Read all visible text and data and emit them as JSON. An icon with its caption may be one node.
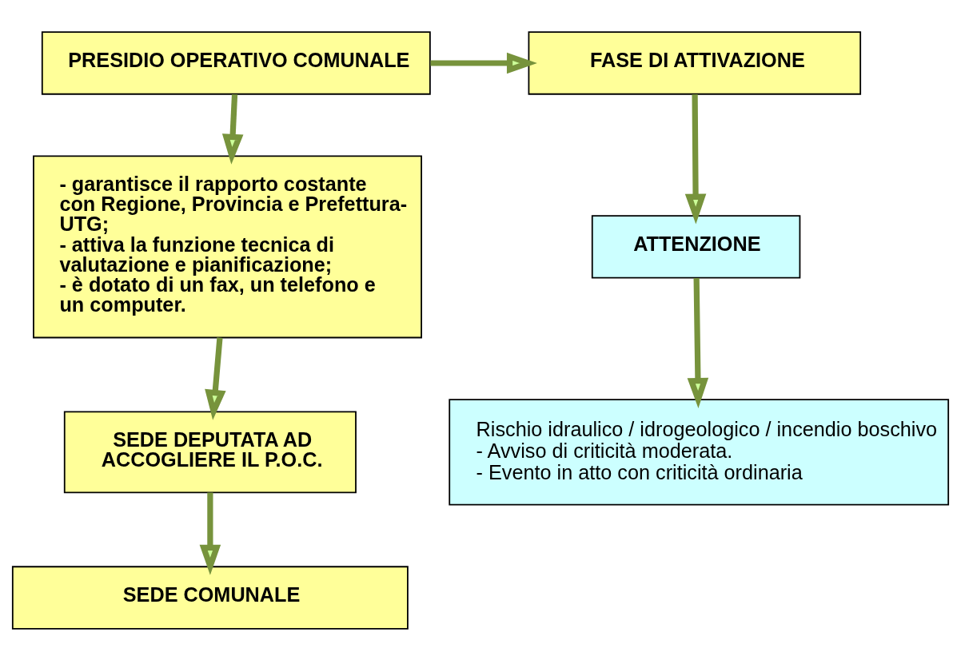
{
  "diagram": {
    "nodes": [
      {
        "text": [
          "PRESIDIO OPERATIVO COMUNALE"
        ]
      },
      {
        "text": [
          "FASE DI ATTIVAZIONE"
        ]
      },
      {
        "text": [
          "- garantisce il rapporto costante con Regione, Provincia e Prefettura-UTG;",
          "- attiva la funzione tecnica di valutazione e pianificazione;",
          "- è dotato di un fax, un telefono e un computer."
        ]
      },
      {
        "text": [
          "ATTENZIONE"
        ]
      },
      {
        "text": [
          "Rischio idraulico / idrogeologico / incendio boschivo",
          "- Avviso di criticità moderata.",
          "- Evento in atto con criticità ordinaria"
        ]
      },
      {
        "text": [
          "SEDE DEPUTATA AD ACCOGLIERE IL P.O.C."
        ]
      },
      {
        "text": [
          "SEDE COMUNALE"
        ]
      }
    ],
    "edges": [
      {
        "from": 0,
        "to": 1,
        "arrow": "to"
      },
      {
        "from": 0,
        "to": 2,
        "arrow": "to"
      },
      {
        "from": 1,
        "to": 3,
        "arrow": "to"
      },
      {
        "from": 3,
        "to": 4,
        "arrow": "to"
      },
      {
        "from": 2,
        "to": 5,
        "arrow": "to"
      },
      {
        "from": 5,
        "to": 6,
        "arrow": "to"
      }
    ]
  }
}
